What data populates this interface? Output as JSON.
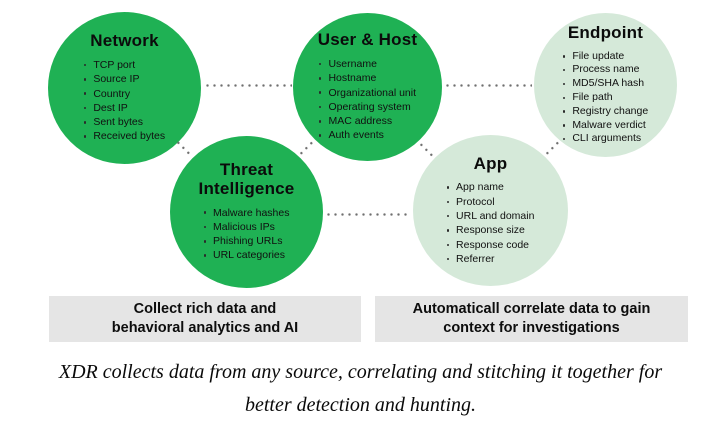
{
  "diagram": {
    "circles": [
      {
        "title": "Network",
        "items": [
          "TCP port",
          "Source IP",
          "Country",
          "Dest IP",
          "Sent bytes",
          "Received bytes"
        ]
      },
      {
        "title": "User & Host",
        "items": [
          "Username",
          "Hostname",
          "Organizational unit",
          "Operating system",
          "MAC address",
          "Auth events"
        ]
      },
      {
        "title": "Endpoint",
        "items": [
          "File update",
          "Process name",
          "MD5/SHA hash",
          "File path",
          "Registry change",
          "Malware verdict",
          "CLI arguments"
        ]
      },
      {
        "title": "Threat Intelligence",
        "items": [
          "Malware hashes",
          "Malicious IPs",
          "Phishing URLs",
          "URL categories"
        ]
      },
      {
        "title": "App",
        "items": [
          "App name",
          "Protocol",
          "URL and domain",
          "Response size",
          "Response code",
          "Referrer"
        ]
      }
    ],
    "boxes": [
      {
        "label": "Collect rich data and\nbehavioral analytics and AI"
      },
      {
        "label": "Automaticall correlate data to gain\ncontext for investigations"
      }
    ],
    "caption": "XDR collects data from any source, correlating and stitching it together for\nbetter detection and hunting.",
    "colors": {
      "circle_dark": "#1fb154",
      "circle_light": "#d5e9d9",
      "summary_box": "#e5e5e5",
      "connector_dots": "#6f6f6f",
      "text": "#111111"
    }
  }
}
